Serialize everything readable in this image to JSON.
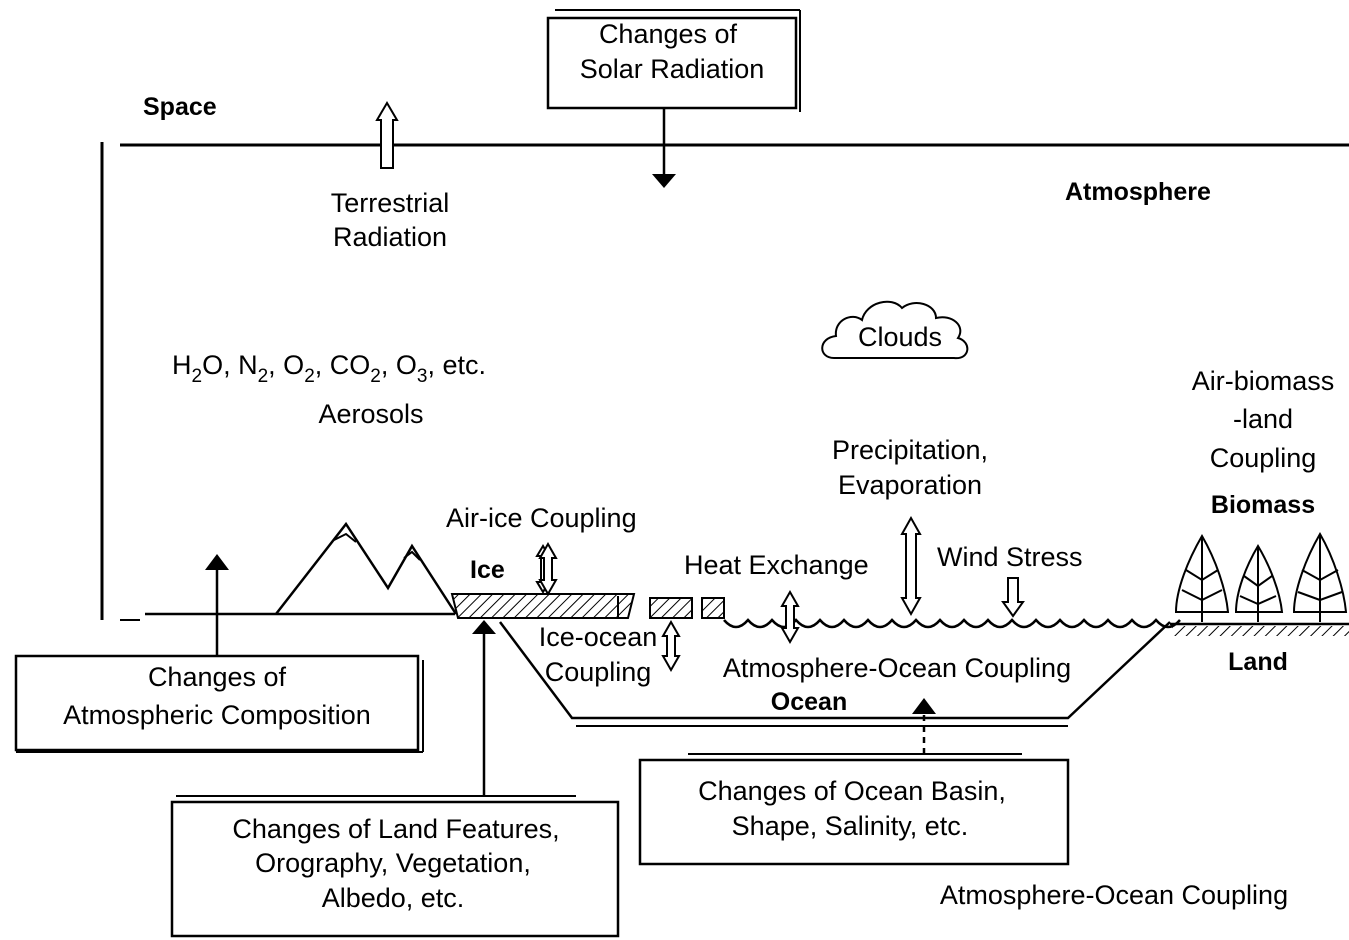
{
  "labels": {
    "space": "Space",
    "atmosphere": "Atmosphere",
    "terrestrial_radiation": [
      "Terrestrial",
      "Radiation"
    ],
    "gases_line": {
      "h": "H",
      "h2": "2",
      "o": "O, N",
      "n2": "2",
      "o2a": ", O",
      "o2": "2",
      "co": ", CO",
      "co2": "2",
      "o3a": ", O",
      "o3": "3",
      "etc": ", etc."
    },
    "aerosols": "Aerosols",
    "clouds": "Clouds",
    "air_biomass_land": [
      "Air-biomass",
      "-land",
      "Coupling"
    ],
    "biomass": "Biomass",
    "precip_evap": [
      "Precipitation,",
      "Evaporation"
    ],
    "air_ice": "Air-ice Coupling",
    "ice": "Ice",
    "heat_exchange": "Heat Exchange",
    "wind_stress": "Wind Stress",
    "ice_ocean": [
      "Ice-ocean",
      "Coupling"
    ],
    "atm_ocean_inner": "Atmosphere-Ocean Coupling",
    "ocean": "Ocean",
    "land": "Land",
    "atm_ocean_caption": "Atmosphere-Ocean Coupling"
  },
  "boxes": {
    "solar": [
      "Changes of",
      "Solar Radiation"
    ],
    "atm_comp": [
      "Changes of",
      "Atmospheric Composition"
    ],
    "land_features": [
      "Changes of Land Features,",
      "Orography, Vegetation,",
      "Albedo, etc."
    ],
    "ocean_basin": [
      "Changes of Ocean Basin,",
      "Shape, Salinity, etc."
    ]
  }
}
